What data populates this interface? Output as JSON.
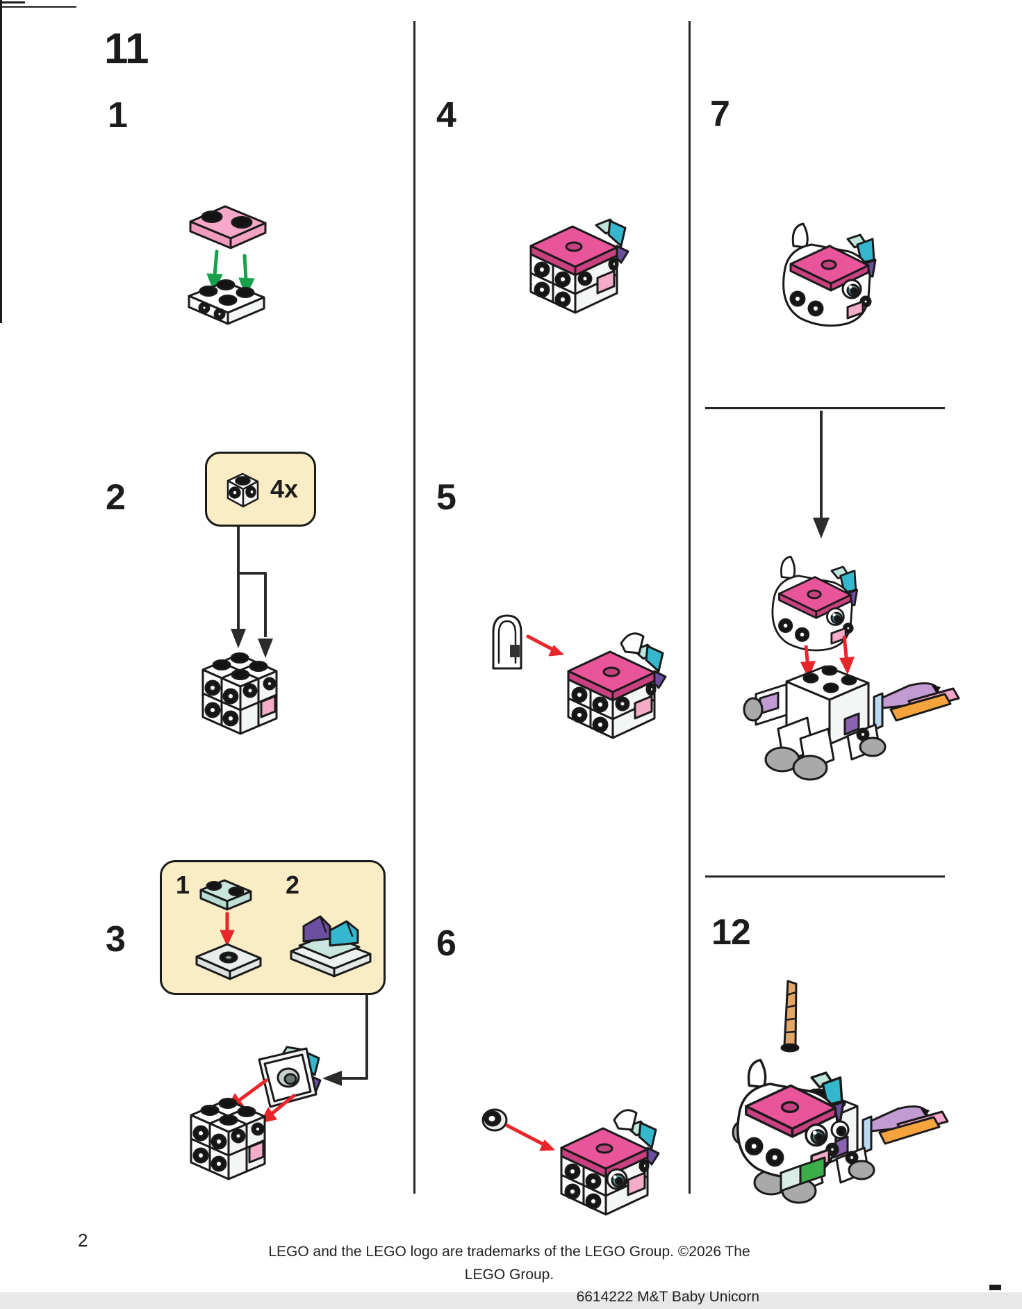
{
  "page": {
    "step_group_number": "11",
    "page_number": "2",
    "footer": {
      "line1": "LEGO and the LEGO logo are trademarks of the LEGO Group. ©2026 The LEGO Group.",
      "line2": "6614222 M&T Baby Unicorn"
    }
  },
  "steps": {
    "step1": {
      "label": "1"
    },
    "step2": {
      "label": "2",
      "part_count": "4x"
    },
    "step3": {
      "label": "3",
      "substeps": {
        "first": "1",
        "second": "2"
      }
    },
    "step4": {
      "label": "4"
    },
    "step5": {
      "label": "5"
    },
    "step6": {
      "label": "6"
    },
    "step7": {
      "label": "7"
    },
    "step12": {
      "label": "12"
    }
  },
  "colors": {
    "magenta_top": "#E8559A",
    "magenta_side": "#C9417F",
    "light_pink": "#F7A8C8",
    "pink_tile": "#F4ADC8",
    "aqua": "#C8E6DD",
    "teal": "#35B7CE",
    "purple": "#6C4FA1",
    "lavender": "#C39BD3",
    "bright_pink": "#F4A7CB",
    "orange": "#F5A33C",
    "green_tile": "#3BAE49",
    "light_blue": "#BCD9F2",
    "horn_gold": "#E2A668",
    "foot_grey": "#A9A9A9",
    "green_arrow": "#17A14B",
    "red_arrow": "#E8262A",
    "callout_bg": "#FAEDC5",
    "line_black": "#262626"
  }
}
